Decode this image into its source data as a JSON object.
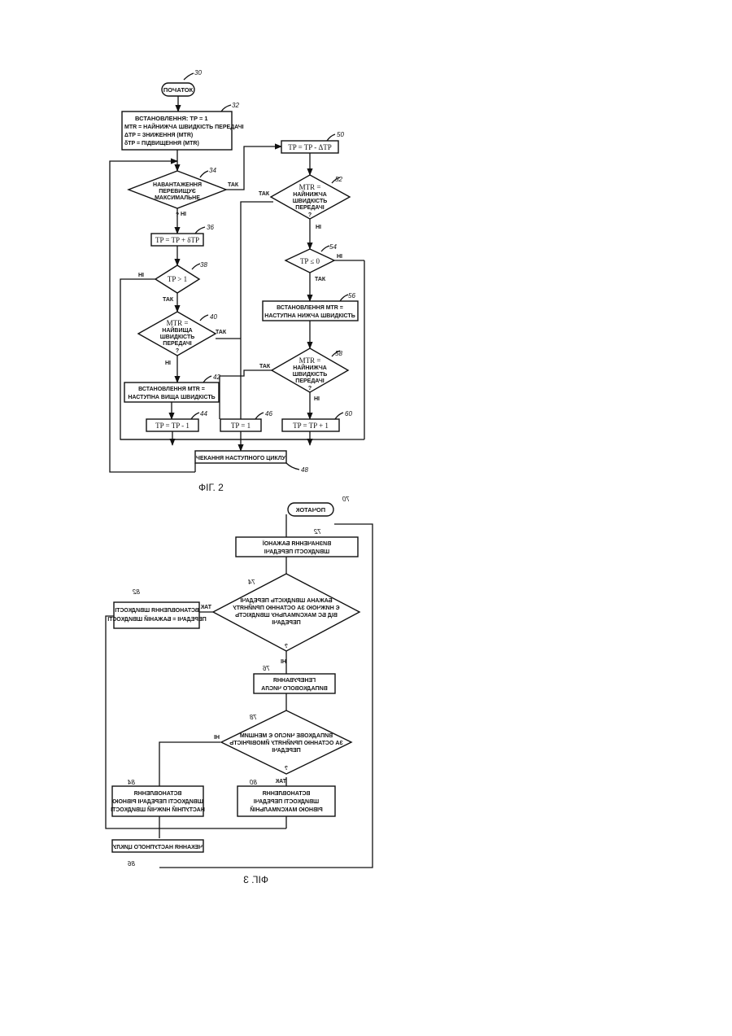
{
  "fig2": {
    "caption": "ФІГ. 2",
    "start": {
      "ref": "30",
      "label": "ПОЧАТОК"
    },
    "init": {
      "ref": "32",
      "line1": "ВСТАНОВЛЕННЯ:      TP = 1",
      "line2": "MTR = НАЙНИЖЧА ШВИДКІСТЬ ПЕРЕДАЧІ",
      "line3": "ΔTP = ЗНИЖЕННЯ (MTR)",
      "line4": "δTP = ПІДВИЩЕННЯ (MTR)"
    },
    "load": {
      "ref": "34",
      "line1": "НАВАНТАЖЕННЯ",
      "line2": "ПЕРЕВИЩУЄ",
      "line3": "МАКСИМАЛЬНЕ",
      "q": "?"
    },
    "inc": {
      "ref": "36",
      "label": "TP = TP + δTP"
    },
    "tpgt1": {
      "ref": "38",
      "label": "TP > 1"
    },
    "isMax": {
      "ref": "40",
      "line1": "MTR =",
      "line2": "НАЙВИЩА",
      "line3": "ШВИДКІСТЬ",
      "line4": "ПЕРЕДАЧІ",
      "q": "?"
    },
    "setHigher": {
      "ref": "42",
      "line1": "ВСТАНОВЛЕННЯ  MTR =",
      "line2": "НАСТУПНА ВИЩА ШВИДКІСТЬ"
    },
    "dec1": {
      "ref": "44",
      "label": "TP = TP - 1"
    },
    "set1": {
      "ref": "46",
      "label": "TP = 1"
    },
    "wait": {
      "ref": "48",
      "label": "ЧЕКАННЯ НАСТУПНОГО ЦИКЛУ"
    },
    "decDelta": {
      "ref": "50",
      "label": "TP = TP - ΔTP"
    },
    "isMin": {
      "ref": "52",
      "line1": "MTR =",
      "line2": "НАЙНИЖЧА",
      "line3": "ШВИДКІСТЬ",
      "line4": "ПЕРЕДАЧІ",
      "q": "?"
    },
    "tple0": {
      "ref": "54",
      "label": "TP ≤ 0"
    },
    "setLower": {
      "ref": "56",
      "line1": "ВСТАНОВЛЕННЯ  MTR =",
      "line2": "НАСТУПНА НИЖЧА ШВИДКІСТЬ"
    },
    "isMin2": {
      "ref": "58",
      "line1": "MTR =",
      "line2": "НАЙНИЖЧА",
      "line3": "ШВИДКІСТЬ",
      "line4": "ПЕРЕДАЧІ",
      "q": "?"
    },
    "inc1": {
      "ref": "60",
      "label": "TP = TP + 1"
    },
    "yes": "ТАК",
    "no": "НІ"
  },
  "fig3": {
    "caption": "ФІГ. 3",
    "start": {
      "ref": "70",
      "label": "ПОЧАТОК"
    },
    "desired": {
      "ref": "72",
      "line1": "ВИЗНАЧЕННЯ БАЖАНОЇ",
      "line2": "ШВИДКОСТІ ПЕРЕДАЧІ"
    },
    "cmp": {
      "ref": "74",
      "line1": "БАЖАНА ШВИДКІСТЬ ПЕРЕДАЧІ",
      "line2": "Є НИЖЧОЮ ЗА ОСТАННЮ ПРИЙНЯТУ",
      "line3": "ВІД БС МАКСИМАЛЬНУ ШВИДКІСТЬ",
      "line4": "ПЕРЕДАЧІ",
      "q": "?"
    },
    "random": {
      "ref": "76",
      "line1": "ГЕНЕРУВАННЯ",
      "line2": "ВИПАДКОВОГО ЧИСЛА"
    },
    "cmp2": {
      "ref": "78",
      "line1": "ВИПАДКОВЕ ЧИСЛО Є МЕНШИМ",
      "line2": "ЗА ОСТАННЮ ПРИЙНЯТУ ЙМОВІРНІСТЬ",
      "line3": "ПЕРЕДАЧІ",
      "q": "?"
    },
    "setMax": {
      "ref": "80",
      "line1": "ВСТАНОВЛЕННЯ",
      "line2": "ШВИДКОСТІ ПЕРЕДАЧІ",
      "line3": "РІВНОЮ МАКСИМАЛЬНІЙ"
    },
    "setDesired": {
      "ref": "82",
      "line1": "ВСТАНОВЛЕННЯ ШВИДКОСТІ",
      "line2": "ПЕРЕДАЧІ = БАЖАНІЙ ШВИДКОСТІ"
    },
    "setNextLower": {
      "ref": "84",
      "line1": "ВСТАНОВЛЕННЯ",
      "line2": "ШВИДКОСТІ ПЕРЕДАЧІ РІВНОЮ",
      "line3": "НАСТУПНІЙ НИЖЧІЙ ШВИДКОСТІ"
    },
    "wait": {
      "ref": "86",
      "label": "ЧЕКАННЯ НАСТУПНОГО ЦИКЛУ"
    },
    "yes": "ТАК",
    "no": "НІ"
  }
}
